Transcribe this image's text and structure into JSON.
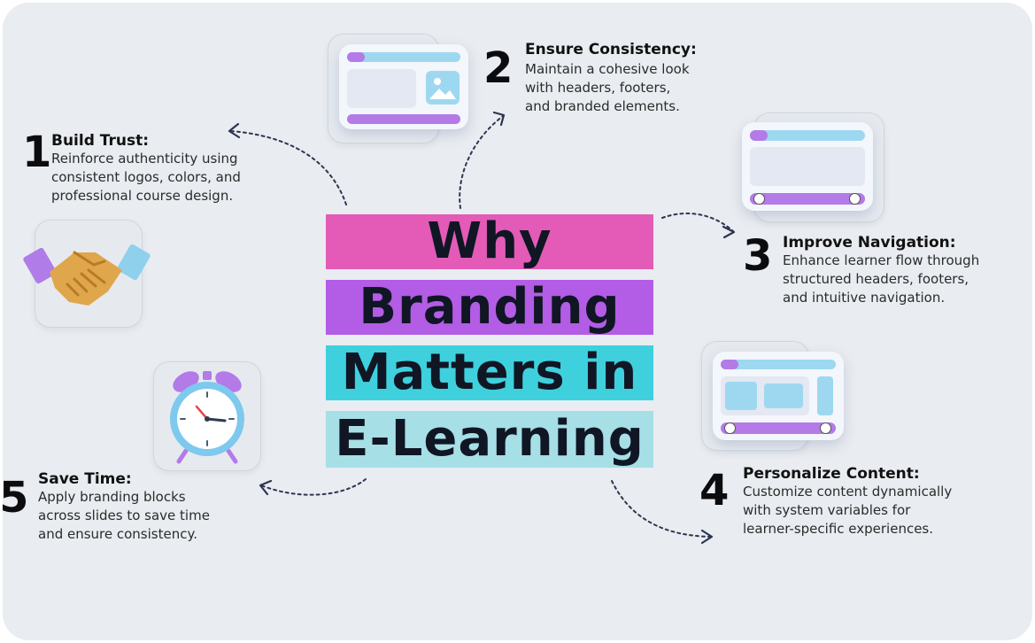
{
  "center_title": [
    "Why",
    "Branding",
    "Matters in",
    "E-Learning"
  ],
  "band_colors": [
    "#e35bb7",
    "#b35ce6",
    "#3fd0de",
    "#a6dfe6"
  ],
  "items": [
    {
      "number": "1",
      "title": "Build Trust:",
      "description": "Reinforce authenticity using\nconsistent logos, colors, and\nprofessional course design.",
      "icon": "handshake-icon"
    },
    {
      "number": "2",
      "title": "Ensure Consistency:",
      "description": "Maintain a cohesive look\nwith headers, footers,\nand branded elements.",
      "icon": "slide-template-icon"
    },
    {
      "number": "3",
      "title": "Improve Navigation:",
      "description": "Enhance learner flow through\nstructured headers, footers,\nand intuitive navigation.",
      "icon": "navigation-slide-icon"
    },
    {
      "number": "4",
      "title": "Personalize Content:",
      "description": "Customize content dynamically\nwith system variables for\nlearner-specific experiences.",
      "icon": "personalized-slide-icon"
    },
    {
      "number": "5",
      "title": "Save Time:",
      "description": "Apply branding blocks\nacross slides to save time\nand ensure consistency.",
      "icon": "alarm-clock-icon"
    }
  ]
}
